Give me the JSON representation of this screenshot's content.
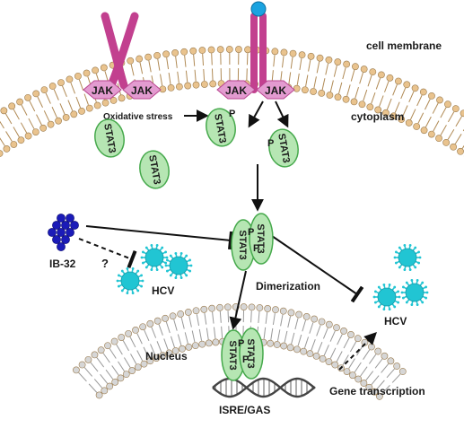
{
  "labels": {
    "cell_membrane": "cell membrane",
    "cytoplasm": "cytoplasm",
    "oxidative_stress": "Oxidative stress",
    "ib32": "IB-32",
    "question": "?",
    "hcv_left": "HCV",
    "hcv_right": "HCV",
    "dimerization": "Dimerization",
    "nucleus": "Nucleus",
    "gene_transcription": "Gene transcription",
    "isre_gas": "ISRE/GAS"
  },
  "jak": {
    "label": "JAK"
  },
  "stat": {
    "label": "STAT3",
    "phospho": "P"
  },
  "colors": {
    "receptor": "#c2408f",
    "jak_fill": "#e39bd0",
    "stat_fill": "#b6e6b3",
    "stat_stroke": "#46a94c",
    "hcv": "#21c5d3",
    "ib32": "#1b1bb8",
    "ligand": "#1aa3e0",
    "membrane_head": "#e9c38e",
    "nucleus_head": "#d6d6d6"
  }
}
